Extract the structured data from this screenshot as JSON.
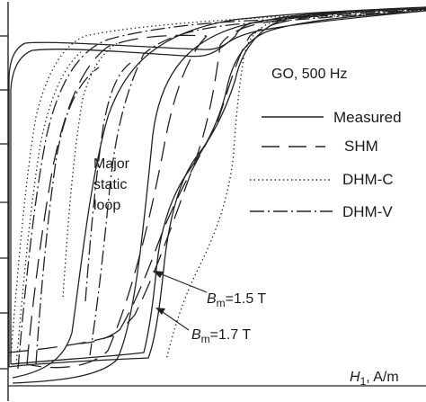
{
  "chart_data": {
    "type": "line",
    "title": "GO, 500 Hz",
    "xlabel_symbol": "H",
    "xlabel_subscript": "1",
    "xlabel_unit": ", A/m",
    "ylabel": "",
    "grid": false,
    "legend_position": "right",
    "legend": [
      {
        "name": "Measured",
        "dash": "solid"
      },
      {
        "name": "SHM",
        "dash": "dashed"
      },
      {
        "name": "DHM-C",
        "dash": "dotted"
      },
      {
        "name": "DHM-V",
        "dash": "dashdot"
      }
    ],
    "annotations": {
      "static_loop": [
        "Major",
        "static",
        "loop"
      ],
      "bm_low": {
        "symbol": "B",
        "subscript": "m",
        "value": "=1.5 T"
      },
      "bm_high": {
        "symbol": "B",
        "subscript": "m",
        "value": "=1.7 T"
      }
    }
  }
}
